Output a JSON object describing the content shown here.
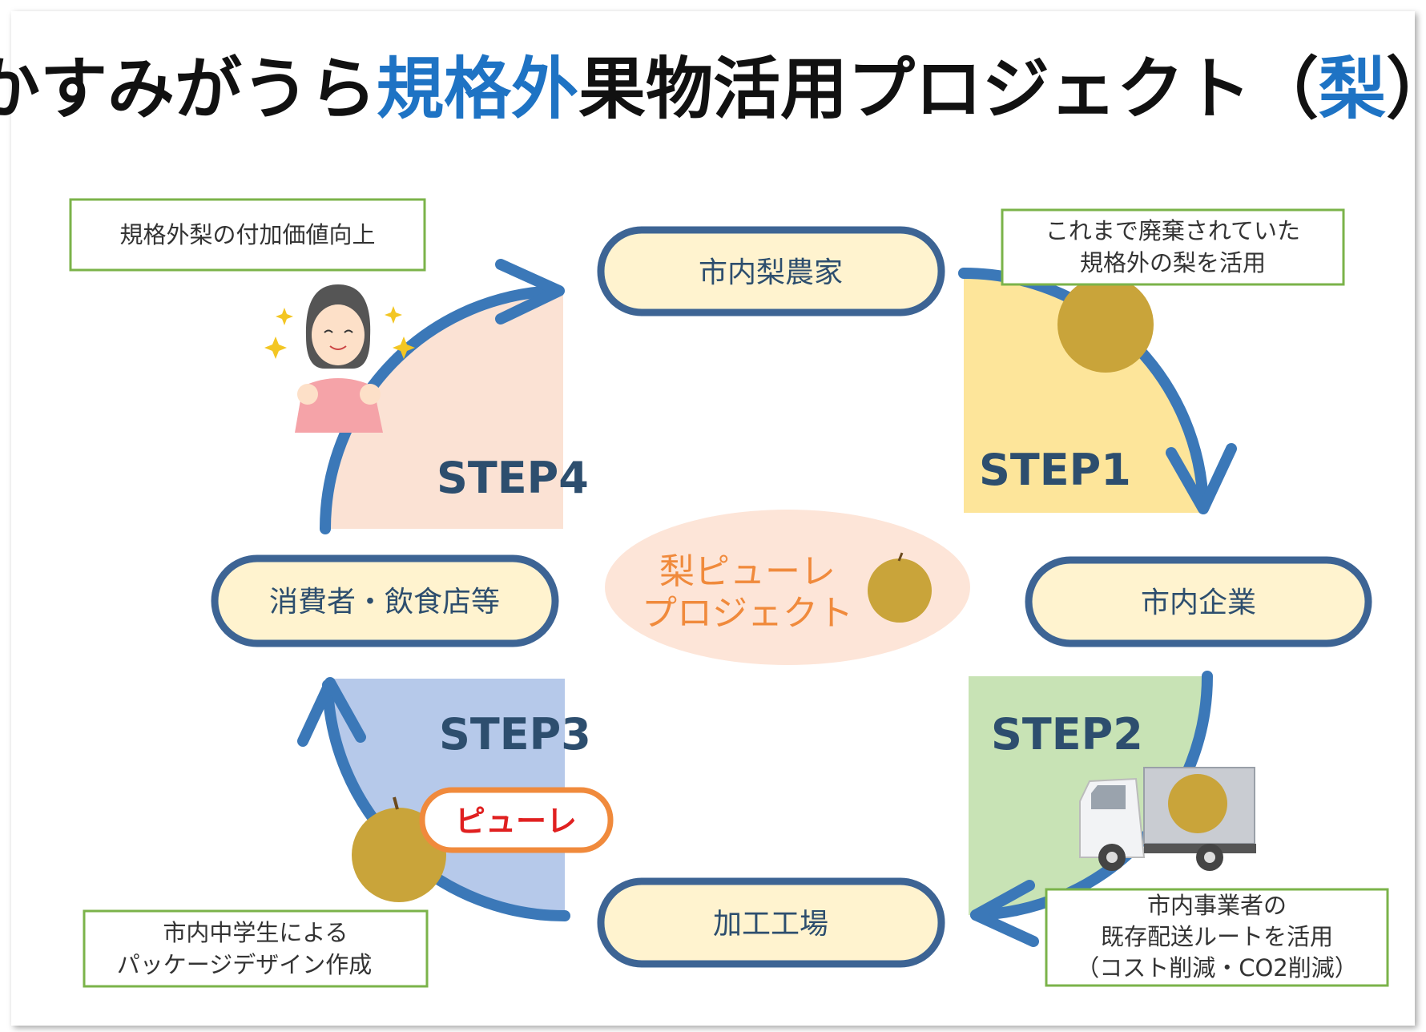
{
  "title": {
    "part1": "かすみがうら",
    "part2": "規格外",
    "part3": "果物活用プロジェクト（",
    "part4": "梨",
    "part5": "）"
  },
  "colors": {
    "accent_blue": "#1e73c4",
    "arrow_blue": "#3b78b8",
    "pill_fill": "#fff3cf",
    "pill_border": "#3d6494",
    "note_border": "#7bb34a",
    "step1": "#fde59a",
    "step2": "#c8e3b5",
    "step3": "#b6c9ea",
    "step4": "#fbe2d4",
    "center": "#fde5d8",
    "center_text": "#f08a3c",
    "puree_text": "#e02020",
    "puree_border": "#f08a3c"
  },
  "nodes": {
    "farmers": "市内梨農家",
    "companies": "市内企業",
    "factory": "加工工場",
    "consumers": "消費者・飲食店等"
  },
  "center": {
    "line1": "梨ピューレ",
    "line2": "プロジェクト"
  },
  "steps": {
    "step1": "STEP1",
    "step2": "STEP2",
    "step3": "STEP3",
    "step4": "STEP4"
  },
  "puree_label": "ピューレ",
  "notes": {
    "value_add": "規格外梨の付加価値向上",
    "discarded": [
      "これまで廃棄されていた",
      "規格外の梨を活用"
    ],
    "delivery": [
      "市内事業者の",
      "既存配送ルートを活用",
      "（コスト削減・CO2削減）"
    ],
    "students": [
      "市内中学生による",
      "パッケージデザイン作成"
    ]
  },
  "icons": [
    "pear-icon",
    "truck-icon",
    "happy-woman-icon",
    "arrow-icon"
  ]
}
